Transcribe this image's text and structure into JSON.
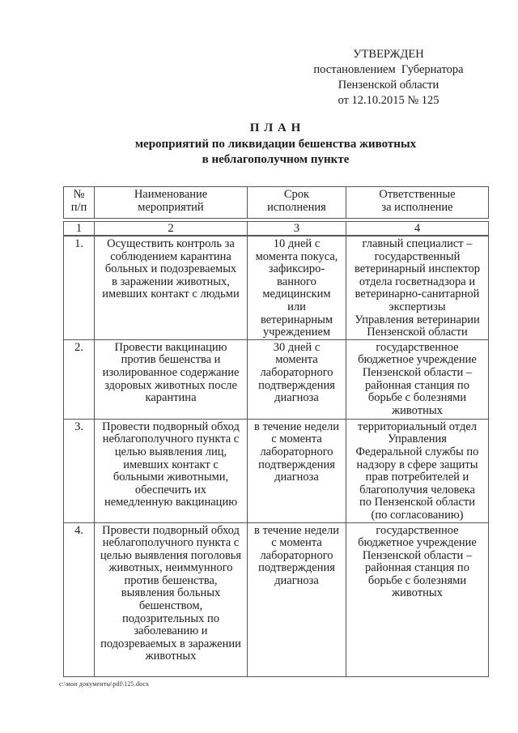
{
  "approved": {
    "text": "УТВЕРЖДЕН\nпостановлением  Губернатора\nПензенской области\nот 12.10.2015 № 125"
  },
  "title": {
    "line1": "П Л А Н",
    "line2": "мероприятий по ликвидации бешенства животных",
    "line3": "в неблагополучном пункте"
  },
  "table": {
    "headers": {
      "num": "№\nп/п",
      "name": "Наименование\nмероприятий",
      "term": "Срок\nисполнения",
      "resp": "Ответственные\nза исполнение"
    },
    "numbering": {
      "c1": "1",
      "c2": "2",
      "c3": "3",
      "c4": "4"
    },
    "rows": [
      {
        "num": "1.",
        "name": "Осуществить контроль за\nсоблюдением карантина\nбольных и подозреваемых\nв заражении животных,\nимевших контакт с людьми",
        "term": "10 дней с\nмомента покуса,\nзафиксиро-\nванного\nмедицинским\nили\nветеринарным\nучреждением",
        "resp": "главный специалист –\nгосударственный\nветеринарный инспектор\nотдела госветнадзора и\nветеринарно-санитарной\nэкспертизы\nУправления ветеринарии\nПензенской области"
      },
      {
        "num": "2.",
        "name": "Провести вакцинацию\nпротив бешенства и\nизолированное содержание\nздоровых животных после\nкарантина",
        "term": "30 дней с\nмомента\nлабораторного\nподтверждения\nдиагноза",
        "resp": "государственное\nбюджетное учреждение\nПензенской области –\nрайонная станция по\nборьбе с болезнями\nживотных"
      },
      {
        "num": "3.",
        "name": "Провести подворный обход\nнеблагополучного пункта с\nцелью выявления лиц,\nимевших контакт с\nбольными животными,\nобеспечить их\nнемедленную вакцинацию",
        "term": "в течение недели\nс момента\nлабораторного\nподтверждения\nдиагноза",
        "resp": "территориальный отдел\nУправления\nФедеральной службы по\nнадзору в сфере защиты\nправ потребителей и\nблагополучия человека\nпо Пензенской области\n(по согласованию)"
      },
      {
        "num": "4.",
        "name": "Провести подворный обход\nнеблагополучного пункта с\nцелью выявления поголовья\nживотных, неиммунного\nпротив бешенства,\nвыявления больных\nбешенством,\nподозрительных по\nзаболеванию и\nподозреваемых в заражении\nживотных",
        "term": "в течение недели\nс момента\nлабораторного\nподтверждения\nдиагноза",
        "resp": "государственное\nбюджетное учреждение\nПензенской области –\nрайонная станция по\nборьбе с болезнями\nживотных"
      }
    ]
  },
  "footer": {
    "path": "c:\\мои документы\\pdf\\125.docx"
  }
}
